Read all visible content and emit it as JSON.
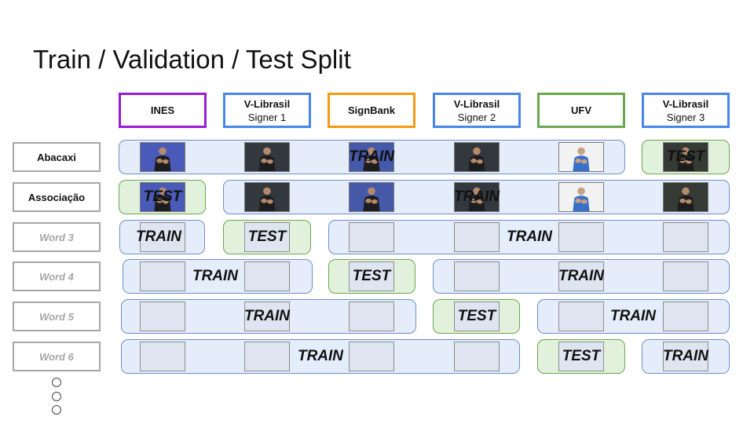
{
  "title": "Train / Validation / Test Split",
  "columns": [
    {
      "line1": "INES",
      "line2": "",
      "color": "#9a1bd6"
    },
    {
      "line1": "V-Librasil",
      "line2": "Signer 1",
      "color": "#4a86e8"
    },
    {
      "line1": "SignBank",
      "line2": "",
      "color": "#f39c12"
    },
    {
      "line1": "V-Librasil",
      "line2": "Signer 2",
      "color": "#4a86e8"
    },
    {
      "line1": "UFV",
      "line2": "",
      "color": "#6aa84f"
    },
    {
      "line1": "V-Librasil",
      "line2": "Signer 3",
      "color": "#4a86e8"
    }
  ],
  "rows": [
    {
      "label": "Abacaxi",
      "placeholder": false
    },
    {
      "label": "Associação",
      "placeholder": false
    },
    {
      "label": "Word 3",
      "placeholder": true
    },
    {
      "label": "Word 4",
      "placeholder": true
    },
    {
      "label": "Word 5",
      "placeholder": true
    },
    {
      "label": "Word 6",
      "placeholder": true
    }
  ],
  "segments": [
    {
      "row": 0,
      "kind": "train",
      "text": "TRAIN"
    },
    {
      "row": 0,
      "kind": "test",
      "text": "TEST"
    },
    {
      "row": 1,
      "kind": "test",
      "text": "TEST"
    },
    {
      "row": 1,
      "kind": "train",
      "text": "TRAIN"
    },
    {
      "row": 2,
      "kind": "train",
      "text": "TRAIN"
    },
    {
      "row": 2,
      "kind": "test",
      "text": "TEST"
    },
    {
      "row": 2,
      "kind": "train",
      "text": "TRAIN"
    },
    {
      "row": 3,
      "kind": "train",
      "text": "TRAIN"
    },
    {
      "row": 3,
      "kind": "test",
      "text": "TEST"
    },
    {
      "row": 3,
      "kind": "train",
      "text": "TRAIN"
    },
    {
      "row": 4,
      "kind": "train",
      "text": "TRAIN"
    },
    {
      "row": 4,
      "kind": "test",
      "text": "TEST"
    },
    {
      "row": 4,
      "kind": "train",
      "text": "TRAIN"
    },
    {
      "row": 5,
      "kind": "train",
      "text": "TRAIN"
    },
    {
      "row": 5,
      "kind": "test",
      "text": "TEST"
    },
    {
      "row": 5,
      "kind": "train",
      "text": "TRAIN"
    }
  ],
  "thumbnail_backgrounds": [
    "#4a5ab8",
    "#33373e",
    "#4658a8",
    "#33373e",
    "#f2f2f2",
    "#363a34"
  ],
  "colors": {
    "train_fill": "#e1e9f7",
    "train_border": "#6d8fcd",
    "test_fill": "#dcefd5",
    "test_border": "#6aa84f",
    "placeholder": "#dfe5f0"
  },
  "continuation": "three-empty-circles"
}
